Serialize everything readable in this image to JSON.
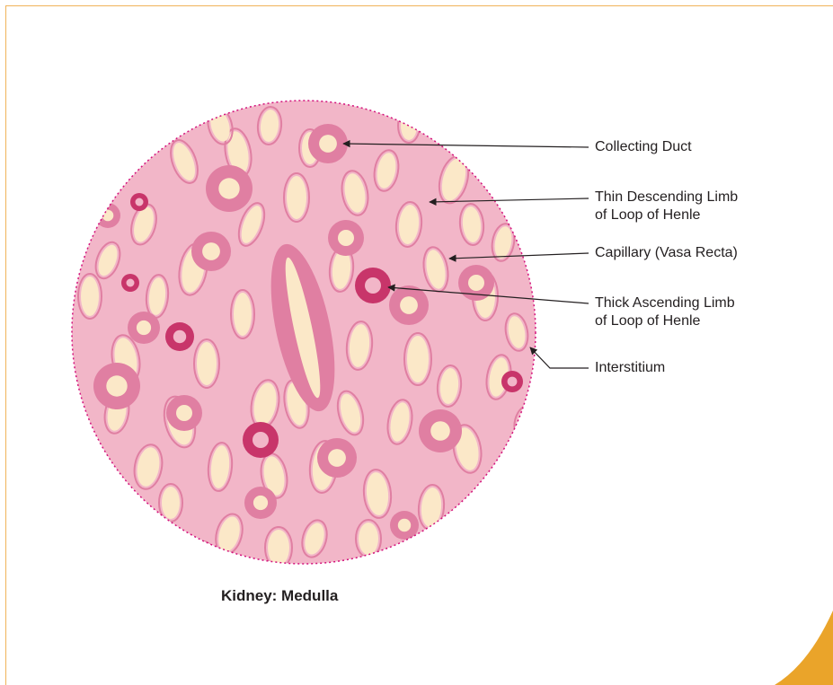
{
  "caption": "Kidney: Medulla",
  "labels": {
    "collecting_duct": "Collecting Duct",
    "thin_descending_1": "Thin Descending Limb",
    "thin_descending_2": "of Loop of Henle",
    "capillary": "Capillary (Vasa Recta)",
    "thick_ascending_1": "Thick Ascending Limb",
    "thick_ascending_2": "of Loop of Henle",
    "interstitium": "Interstitium"
  },
  "colors": {
    "frame": "#f0b35a",
    "corner_accent": "#eaa42a",
    "tissue": "#f2b6c8",
    "lumen": "#fbe8c8",
    "epithelium": "#e07fa2",
    "dark_cell": "#c8356a",
    "outline": "#d3127c"
  }
}
